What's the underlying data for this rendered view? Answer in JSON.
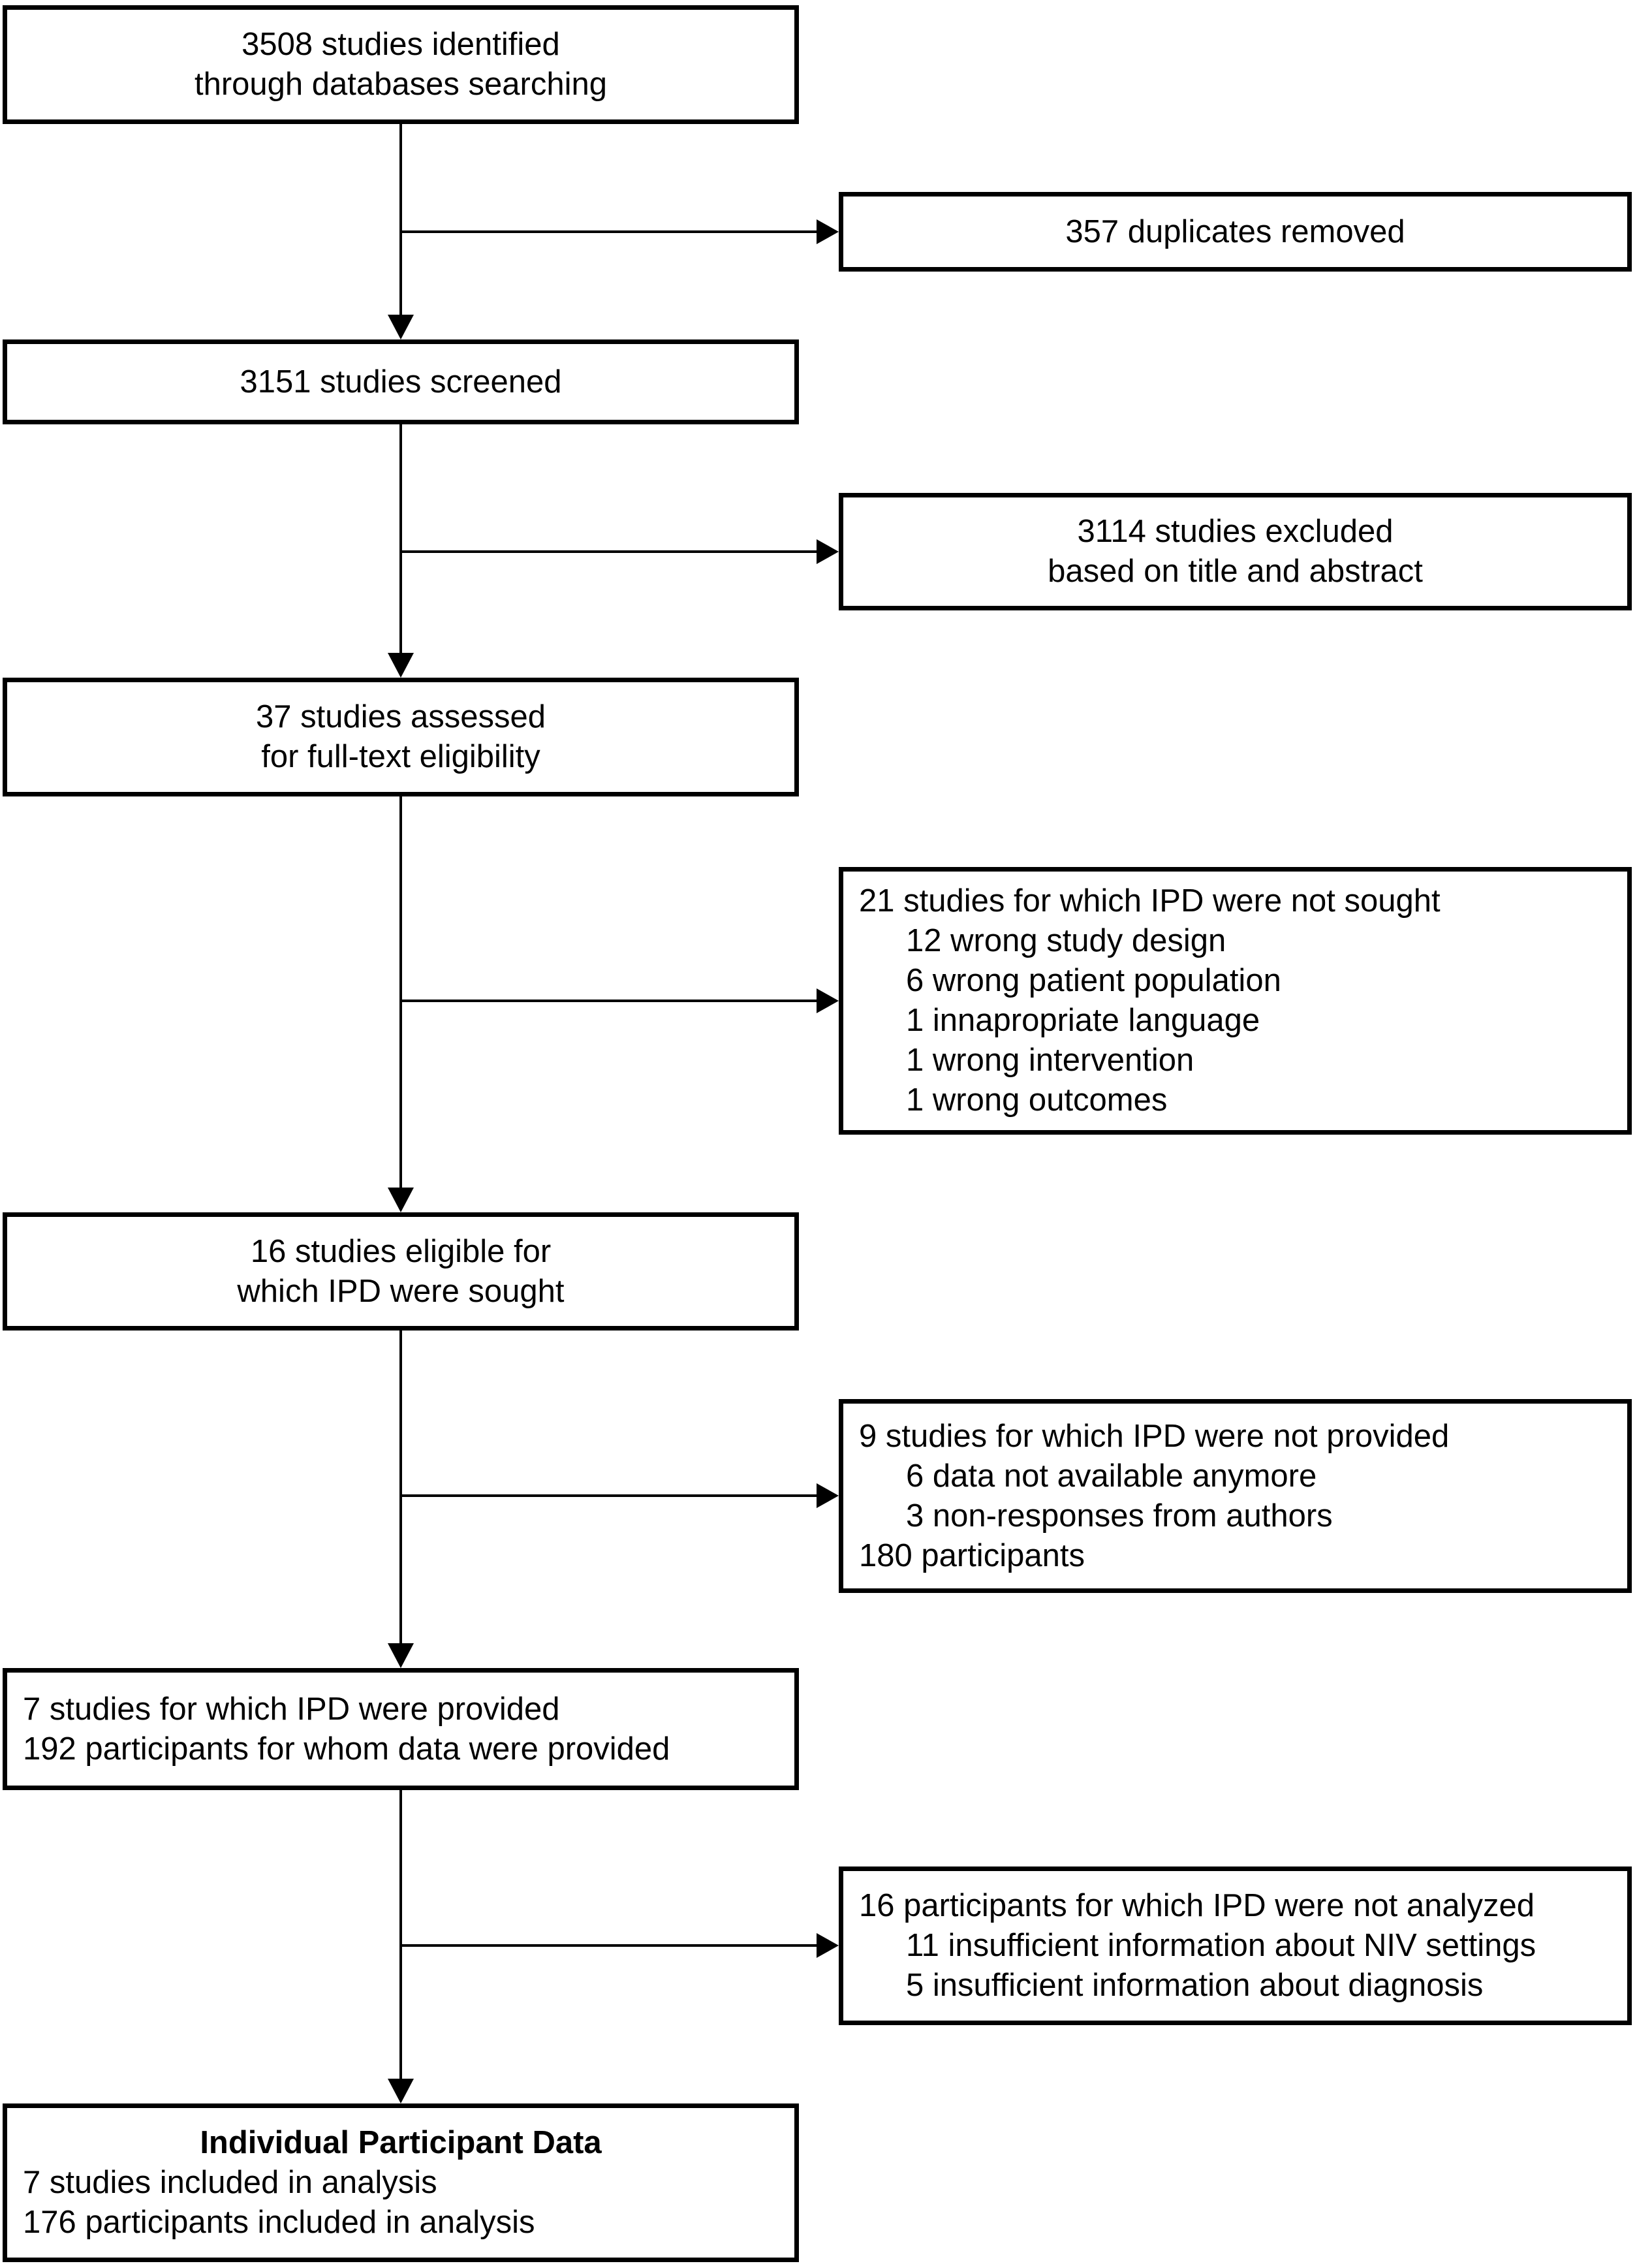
{
  "boxes": {
    "identified": {
      "lines": [
        "3508 studies identified",
        "through databases searching"
      ]
    },
    "screened": {
      "lines": [
        "3151 studies screened"
      ]
    },
    "assessed": {
      "lines": [
        "37 studies assessed",
        "for full-text eligibility"
      ]
    },
    "eligible": {
      "lines": [
        "16 studies eligible for",
        "which IPD were sought"
      ]
    },
    "provided": {
      "lines": [
        "7 studies for which IPD were provided",
        "192 participants for whom data were provided"
      ]
    },
    "final": {
      "title": "Individual Participant Data",
      "lines": [
        "7 studies included in analysis",
        "176 participants included in analysis"
      ]
    },
    "duplicates_removed": {
      "lines": [
        "357 duplicates removed"
      ]
    },
    "excluded_title_abstract": {
      "lines": [
        "3114 studies excluded",
        "based on title and abstract"
      ]
    },
    "ipd_not_sought": {
      "lines": [
        "21 studies for which IPD were not sought",
        "12 wrong study design",
        "6 wrong patient population",
        "1 innapropriate language",
        "1 wrong intervention",
        "1 wrong outcomes"
      ]
    },
    "ipd_not_provided": {
      "lines": [
        "9 studies for which IPD were not provided",
        "6 data not available anymore",
        "3 non-responses from authors",
        "180 participants"
      ]
    },
    "ipd_not_analyzed": {
      "lines": [
        "16 participants for which IPD were not analyzed",
        "11 insufficient information about NIV settings",
        "5 insufficient information about diagnosis"
      ]
    }
  },
  "colors": {
    "background": "#ffffff",
    "box_border": "#000000",
    "connector_line": "#000000",
    "text": "#000000"
  }
}
